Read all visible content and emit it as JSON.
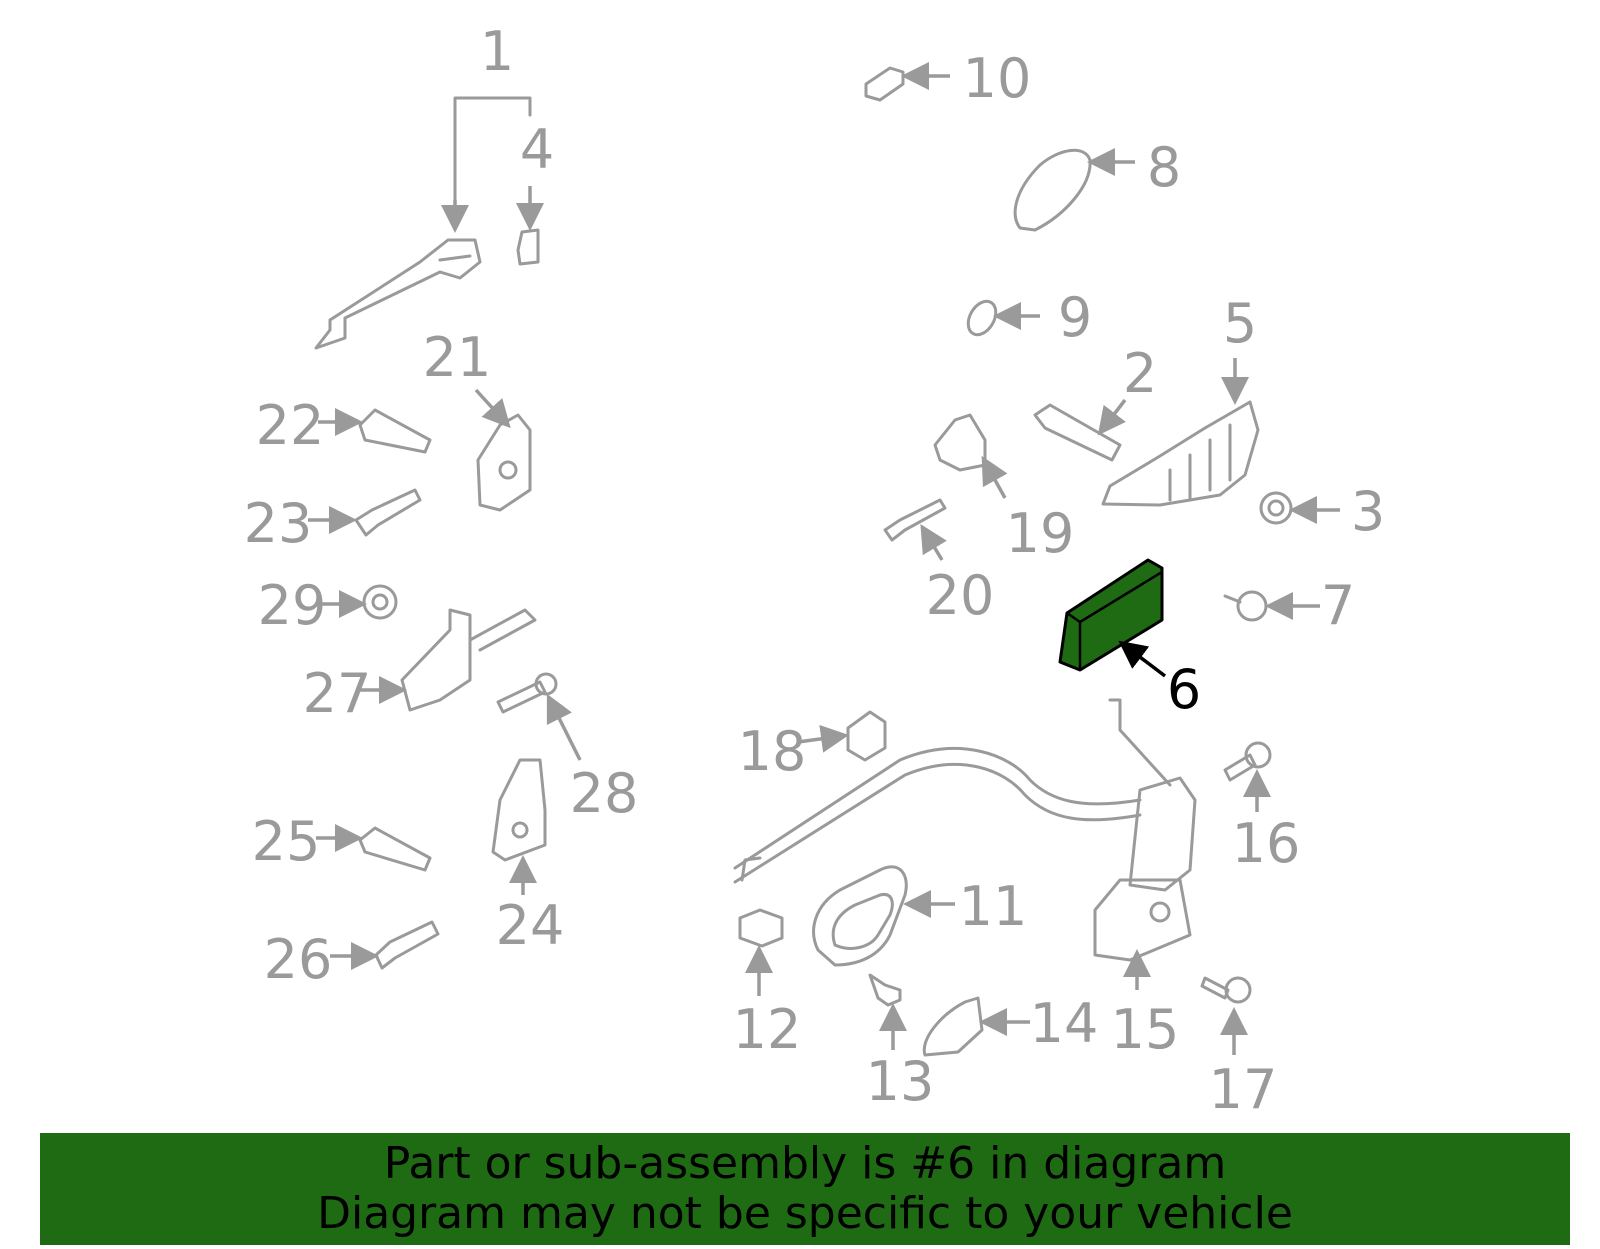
{
  "diagram": {
    "highlighted_part": "6",
    "highlight_color": "#1e6b14",
    "line_color": "#9a9a9a",
    "labels": [
      "1",
      "2",
      "3",
      "4",
      "5",
      "6",
      "7",
      "8",
      "9",
      "10",
      "11",
      "12",
      "13",
      "14",
      "15",
      "16",
      "17",
      "18",
      "19",
      "20",
      "21",
      "22",
      "23",
      "24",
      "25",
      "26",
      "27",
      "28",
      "29"
    ]
  },
  "banner": {
    "line1": "Part or sub-assembly is #6 in diagram",
    "line2": "Diagram may not be specific to your vehicle",
    "background": "#1e6b14"
  }
}
